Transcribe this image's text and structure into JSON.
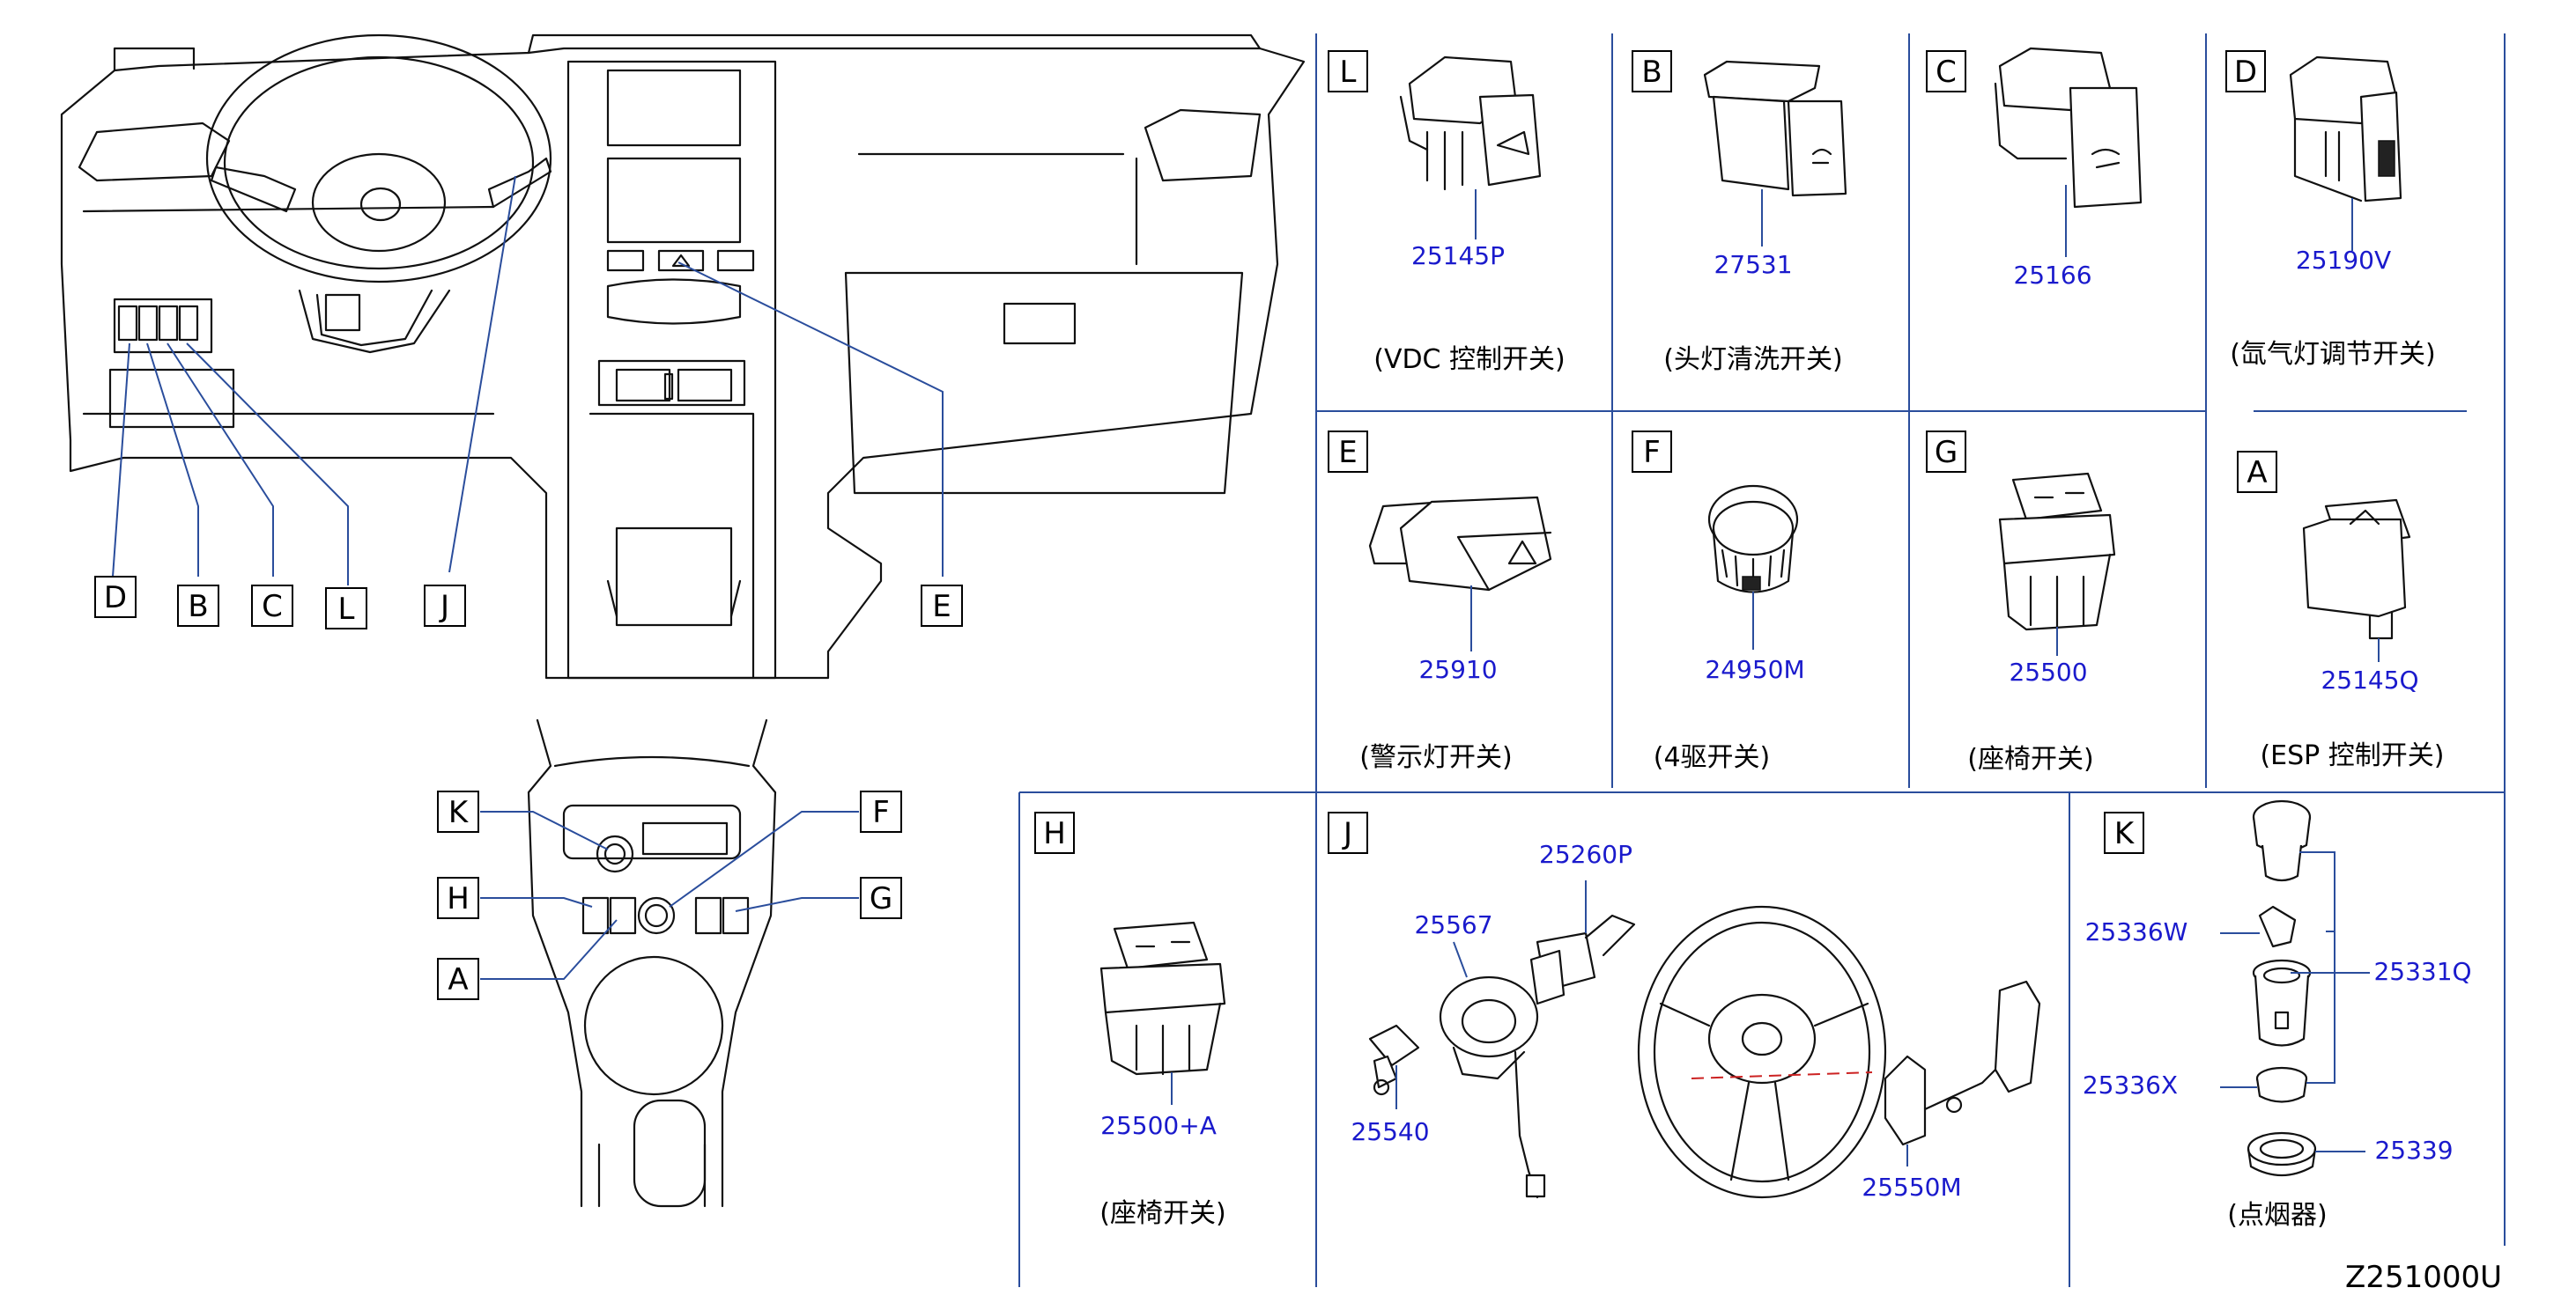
{
  "diagram_code": "Z251000U",
  "overview_callouts": {
    "dash_bottom": [
      "D",
      "B",
      "C",
      "L",
      "J",
      "E"
    ],
    "console_left": [
      "K",
      "H",
      "A"
    ],
    "console_right": [
      "F",
      "G"
    ]
  },
  "cells": {
    "L": {
      "letter": "L",
      "parts": [
        "25145P"
      ],
      "caption": "(VDC  控制开关)"
    },
    "B": {
      "letter": "B",
      "parts": [
        "27531"
      ],
      "caption": "(头灯清洗开关)"
    },
    "C": {
      "letter": "C",
      "parts": [
        "25166"
      ],
      "caption": ""
    },
    "D": {
      "letter": "D",
      "parts": [
        "25190V"
      ],
      "caption": "(氙气灯调节开关)"
    },
    "E": {
      "letter": "E",
      "parts": [
        "25910"
      ],
      "caption": "(警示灯开关)"
    },
    "F": {
      "letter": "F",
      "parts": [
        "24950M"
      ],
      "caption": "(4驱开关)"
    },
    "G": {
      "letter": "G",
      "parts": [
        "25500"
      ],
      "caption": "(座椅开关)"
    },
    "A": {
      "letter": "A",
      "parts": [
        "25145Q"
      ],
      "caption": "(ESP  控制开关)"
    },
    "H": {
      "letter": "H",
      "parts": [
        "25500+A"
      ],
      "caption": "(座椅开关)"
    },
    "J": {
      "letter": "J",
      "parts": [
        "25260P",
        "25567",
        "25540",
        "25550M"
      ],
      "caption": ""
    },
    "K": {
      "letter": "K",
      "parts": [
        "25336W",
        "25331Q",
        "25336X",
        "25339"
      ],
      "caption": "(点烟器)"
    }
  }
}
